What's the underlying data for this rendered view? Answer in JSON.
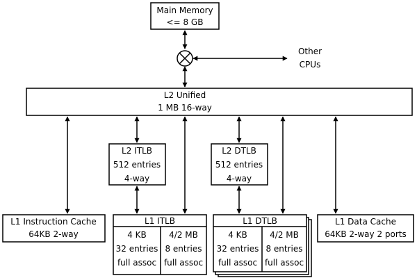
{
  "main_memory": {
    "line1": "Main Memory",
    "line2": "<= 8 GB"
  },
  "other_cpus": {
    "line1": "Other",
    "line2": "CPUs"
  },
  "l2_unified": {
    "line1": "L2 Unified",
    "line2": "1 MB 16-way"
  },
  "l2_itlb": {
    "line1": "L2 ITLB",
    "line2": "512 entries",
    "line3": "4-way"
  },
  "l2_dtlb": {
    "line1": "L2 DTLB",
    "line2": "512 entries",
    "line3": "4-way"
  },
  "l1_icache": {
    "line1": "L1 Instruction Cache",
    "line2": "64KB 2-way"
  },
  "l1_dcache": {
    "line1": "L1 Data Cache",
    "line2": "64KB 2-way 2 ports"
  },
  "l1_itlb": {
    "title": "L1 ITLB",
    "left": {
      "line1": "4 KB",
      "line2": "32 entries",
      "line3": "full assoc"
    },
    "right": {
      "line1": "4/2 MB",
      "line2": "8 entries",
      "line3": "full assoc"
    }
  },
  "l1_dtlb": {
    "title": "L1 DTLB",
    "left": {
      "line1": "4 KB",
      "line2": "32 entries",
      "line3": "full assoc"
    },
    "right": {
      "line1": "4/2 MB",
      "line2": "8 entries",
      "line3": "full assoc"
    }
  }
}
